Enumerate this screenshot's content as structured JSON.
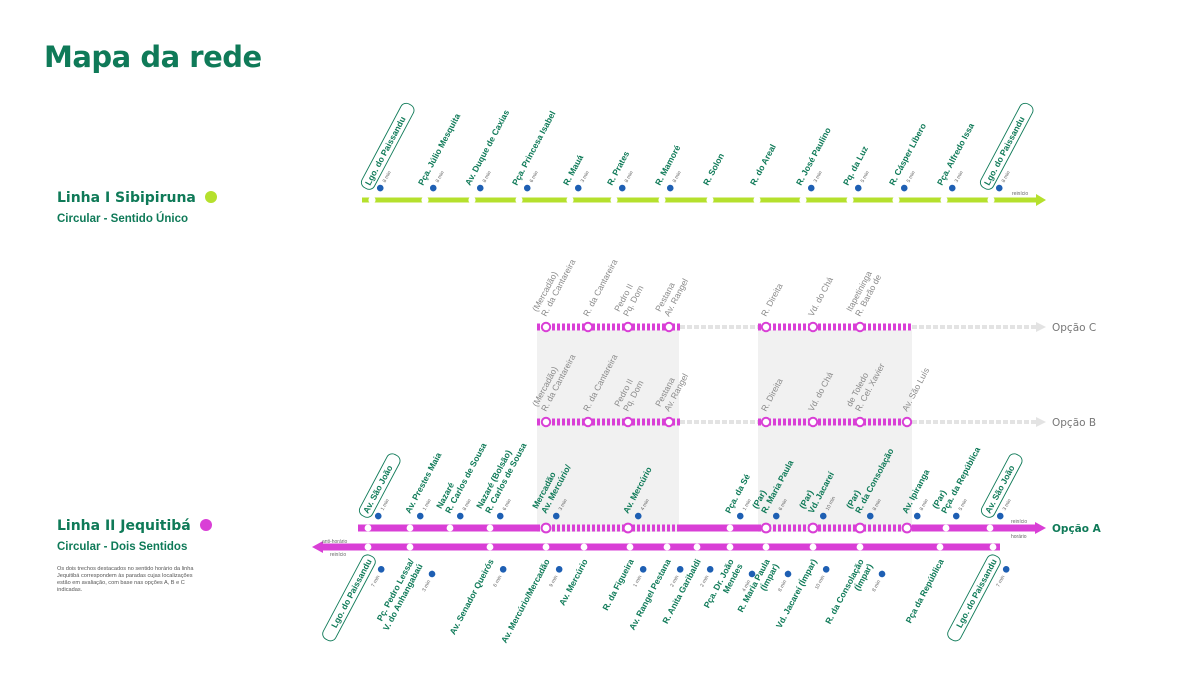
{
  "title": "Mapa da rede",
  "colors": {
    "green_text": "#0f7a58",
    "lime": "#b5e02d",
    "magenta": "#d93fd6",
    "grey_line": "#e3e3e3",
    "band": "#ececec"
  },
  "line1": {
    "name": "Linha I Sibipiruna",
    "subtitle": "Circular - Sentido Único",
    "restart_label": "reinício",
    "stops": [
      {
        "name": "Lgo. do Paissandu",
        "time": "8 min",
        "boxed": true
      },
      {
        "name": "Pça. Júlio Mesquita",
        "time": "8 min"
      },
      {
        "name": "Av. Duque de Caxias",
        "time": "8 min"
      },
      {
        "name": "Pça. Princesa Isabel",
        "time": "6 min"
      },
      {
        "name": "R. Mauá",
        "time": "3 min"
      },
      {
        "name": "R. Prates",
        "time": "8 min"
      },
      {
        "name": "R. Mamoré",
        "time": "8 min"
      },
      {
        "name": "R. Solon",
        "time": ""
      },
      {
        "name": "R. do Areal",
        "time": ""
      },
      {
        "name": "R. José Paulino",
        "time": "3 min"
      },
      {
        "name": "Pq. da Luz",
        "time": "5 min"
      },
      {
        "name": "R. Cásper Líbero",
        "time": "5 min"
      },
      {
        "name": "Pça. Alfredo Issa",
        "time": "3 min"
      },
      {
        "name": "Lgo. do Paissandu",
        "time": "8 min",
        "boxed": true
      }
    ]
  },
  "line2": {
    "name": "Linha II Jequitibá",
    "subtitle": "Circular - Dois Sentidos",
    "note": "Os dois trechos destacados no sentido horário da linha Jequitibá correspondem às paradas cujas localizações estão em avaliação, com base nas opções A, B e C indicadas.",
    "restart_label": "reinício",
    "clockwise_label": "horário",
    "counter_label": "anti-horário",
    "counter_restart_label": "reinício",
    "option_a": "Opção A",
    "option_b": "Opção B",
    "option_c": "Opção C",
    "top_stops": [
      {
        "name": "Av. São João",
        "time": "1 min",
        "boxed": true
      },
      {
        "name": "Av. Prestes Maia",
        "time": "1 min"
      },
      {
        "name": "R. Carlos de Sousa Nazaré",
        "time": "8 min"
      },
      {
        "name": "R. Carlos de Sousa Nazaré (Bolsão)",
        "time": "6 min"
      },
      {
        "name": "Av. Mercúrio/ Mercadão",
        "time": "3 min"
      },
      {
        "name": "Av. Mercúrio",
        "time": "4 min"
      },
      {
        "name": "Pça. da Sé",
        "time": "1 min"
      },
      {
        "name": "R. Maria Paula (Par)",
        "time": "6 min"
      },
      {
        "name": "Vd. Jacareí (Par)",
        "time": "10 min"
      },
      {
        "name": "R. da Consolação (Par)",
        "time": "8 min"
      },
      {
        "name": "Av. Ipiranga",
        "time": "8 min"
      },
      {
        "name": "Pça. da República (Par)",
        "time": "5 min"
      },
      {
        "name": "Av. São João",
        "time": "3 min",
        "boxed": true
      }
    ],
    "option_b_stops": [
      "R. da Cantareira (Mercadão)",
      "R. da Cantareira",
      "Pq. Dom Pedro II",
      "Av. Rangel Pestana",
      "R. Direita",
      "Vd. do Chá",
      "R. Cel. Xavier de Toledo",
      "Av. São Luís"
    ],
    "option_c_stops": [
      "R. da Cantareira (Mercadão)",
      "R. da Cantareira",
      "Pq. Dom Pedro II",
      "Av. Rangel Pestana",
      "R. Direita",
      "Vd. do Chá",
      "R. Barão de Itapetininga"
    ],
    "bottom_stops": [
      {
        "name": "Lgo. do Paissandu",
        "time": "7 min",
        "boxed": true
      },
      {
        "name": "Pç. Pedro Lessa/ V. do Anhangabaú",
        "time": "3 min"
      },
      {
        "name": "Av. Senador Queirós",
        "time": "6 min"
      },
      {
        "name": "Av. Mercúrio/Mercadão",
        "time": "9 min"
      },
      {
        "name": "Av. Mercúrio",
        "time": ""
      },
      {
        "name": "R. da Figueira",
        "time": "1 min"
      },
      {
        "name": "Av. Rangel Pestana",
        "time": "2 min"
      },
      {
        "name": "R. Anita Garibaldi",
        "time": "2 min"
      },
      {
        "name": "Pça. Dr. João Mendes",
        "time": "4 min"
      },
      {
        "name": "R. Maria Paula (Ímpar)",
        "time": "8 min"
      },
      {
        "name": "Vd. Jacareí (Ímpar)",
        "time": "10 min"
      },
      {
        "name": "R. da Consolação (Ímpar)",
        "time": "8 min"
      },
      {
        "name": "Pça da República",
        "time": ""
      },
      {
        "name": "Lgo. do Paissandu",
        "time": "7 min",
        "boxed": true
      }
    ]
  }
}
